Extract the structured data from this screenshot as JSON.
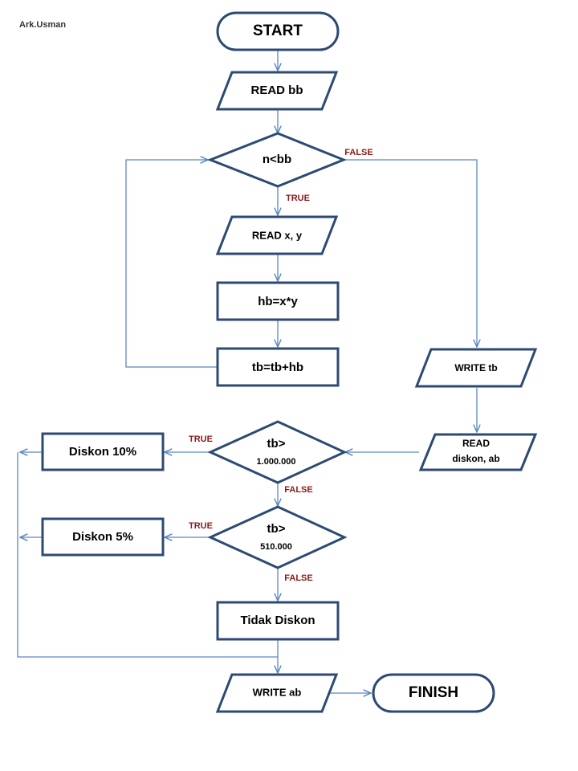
{
  "author": "Ark.Usman",
  "colors": {
    "shape_stroke": "#2c4a73",
    "connector": "#5b87c2",
    "condition_label": "#8b1a1a"
  },
  "nodes": {
    "start": "START",
    "read_bb": "READ bb",
    "decision_n_bb": "n<bb",
    "read_xy": "READ x, y",
    "calc_hb": "hb=x*y",
    "calc_tb": "tb=tb+hb",
    "write_tb": "WRITE tb",
    "read_diskon_line1": "READ",
    "read_diskon_line2": "diskon, ab",
    "decision_tb_1m_line1": "tb>",
    "decision_tb_1m_line2": "1.000.000",
    "diskon_10": "Diskon 10%",
    "decision_tb_510_line1": "tb>",
    "decision_tb_510_line2": "510.000",
    "diskon_5": "Diskon 5%",
    "tidak_diskon": "Tidak Diskon",
    "write_ab": "WRITE ab",
    "finish": "FINISH"
  },
  "conditions": {
    "n_bb_false": "FALSE",
    "n_bb_true": "TRUE",
    "tb_1m_true": "TRUE",
    "tb_1m_false": "FALSE",
    "tb_510_true": "TRUE",
    "tb_510_false": "FALSE"
  }
}
